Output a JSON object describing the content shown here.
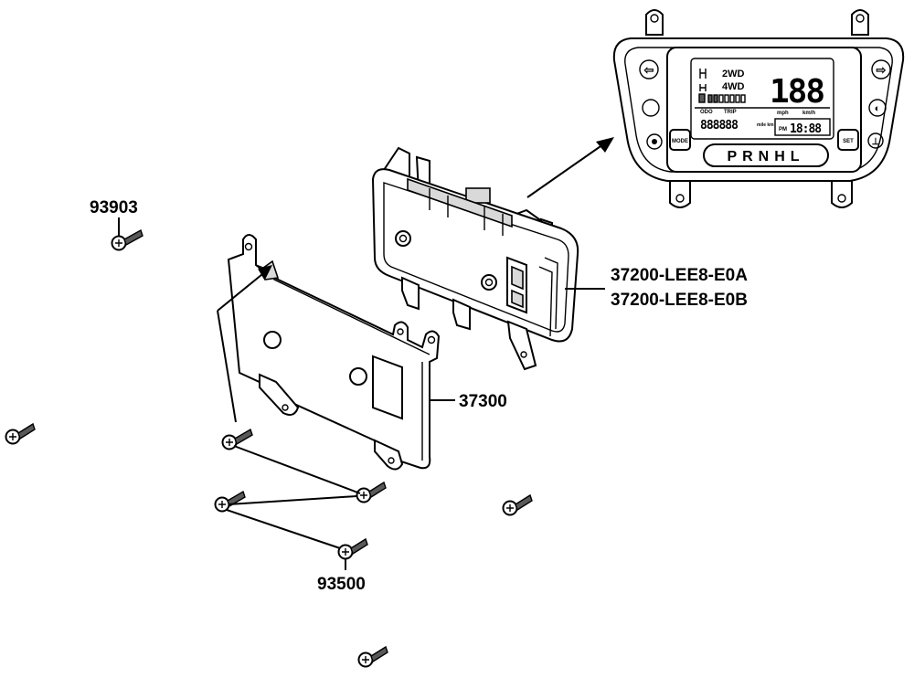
{
  "labels": {
    "part_93903": "93903",
    "part_37200_a": "37200-LEE8-E0A",
    "part_37200_b": "37200-LEE8-E0B",
    "part_37300": "37300",
    "part_93500": "93500"
  },
  "display": {
    "drive_2wd": "2WD",
    "drive_4wd": "4WD",
    "gear_digits": "188",
    "unit_mph": "mph",
    "unit_kmh": "km/h",
    "odo": "ODO",
    "trip": "TRIP",
    "odometer_digits": "888888",
    "miles_km": "mile km",
    "clock_label": "PM",
    "clock": "18:88",
    "mode_button": "MODE",
    "set_button": "SET",
    "gear_positions": "PRNHL"
  },
  "icons": [
    "arrow-left-icon",
    "arrow-right-icon",
    "headlight-icon",
    "temperature-icon",
    "fuel-icon"
  ]
}
